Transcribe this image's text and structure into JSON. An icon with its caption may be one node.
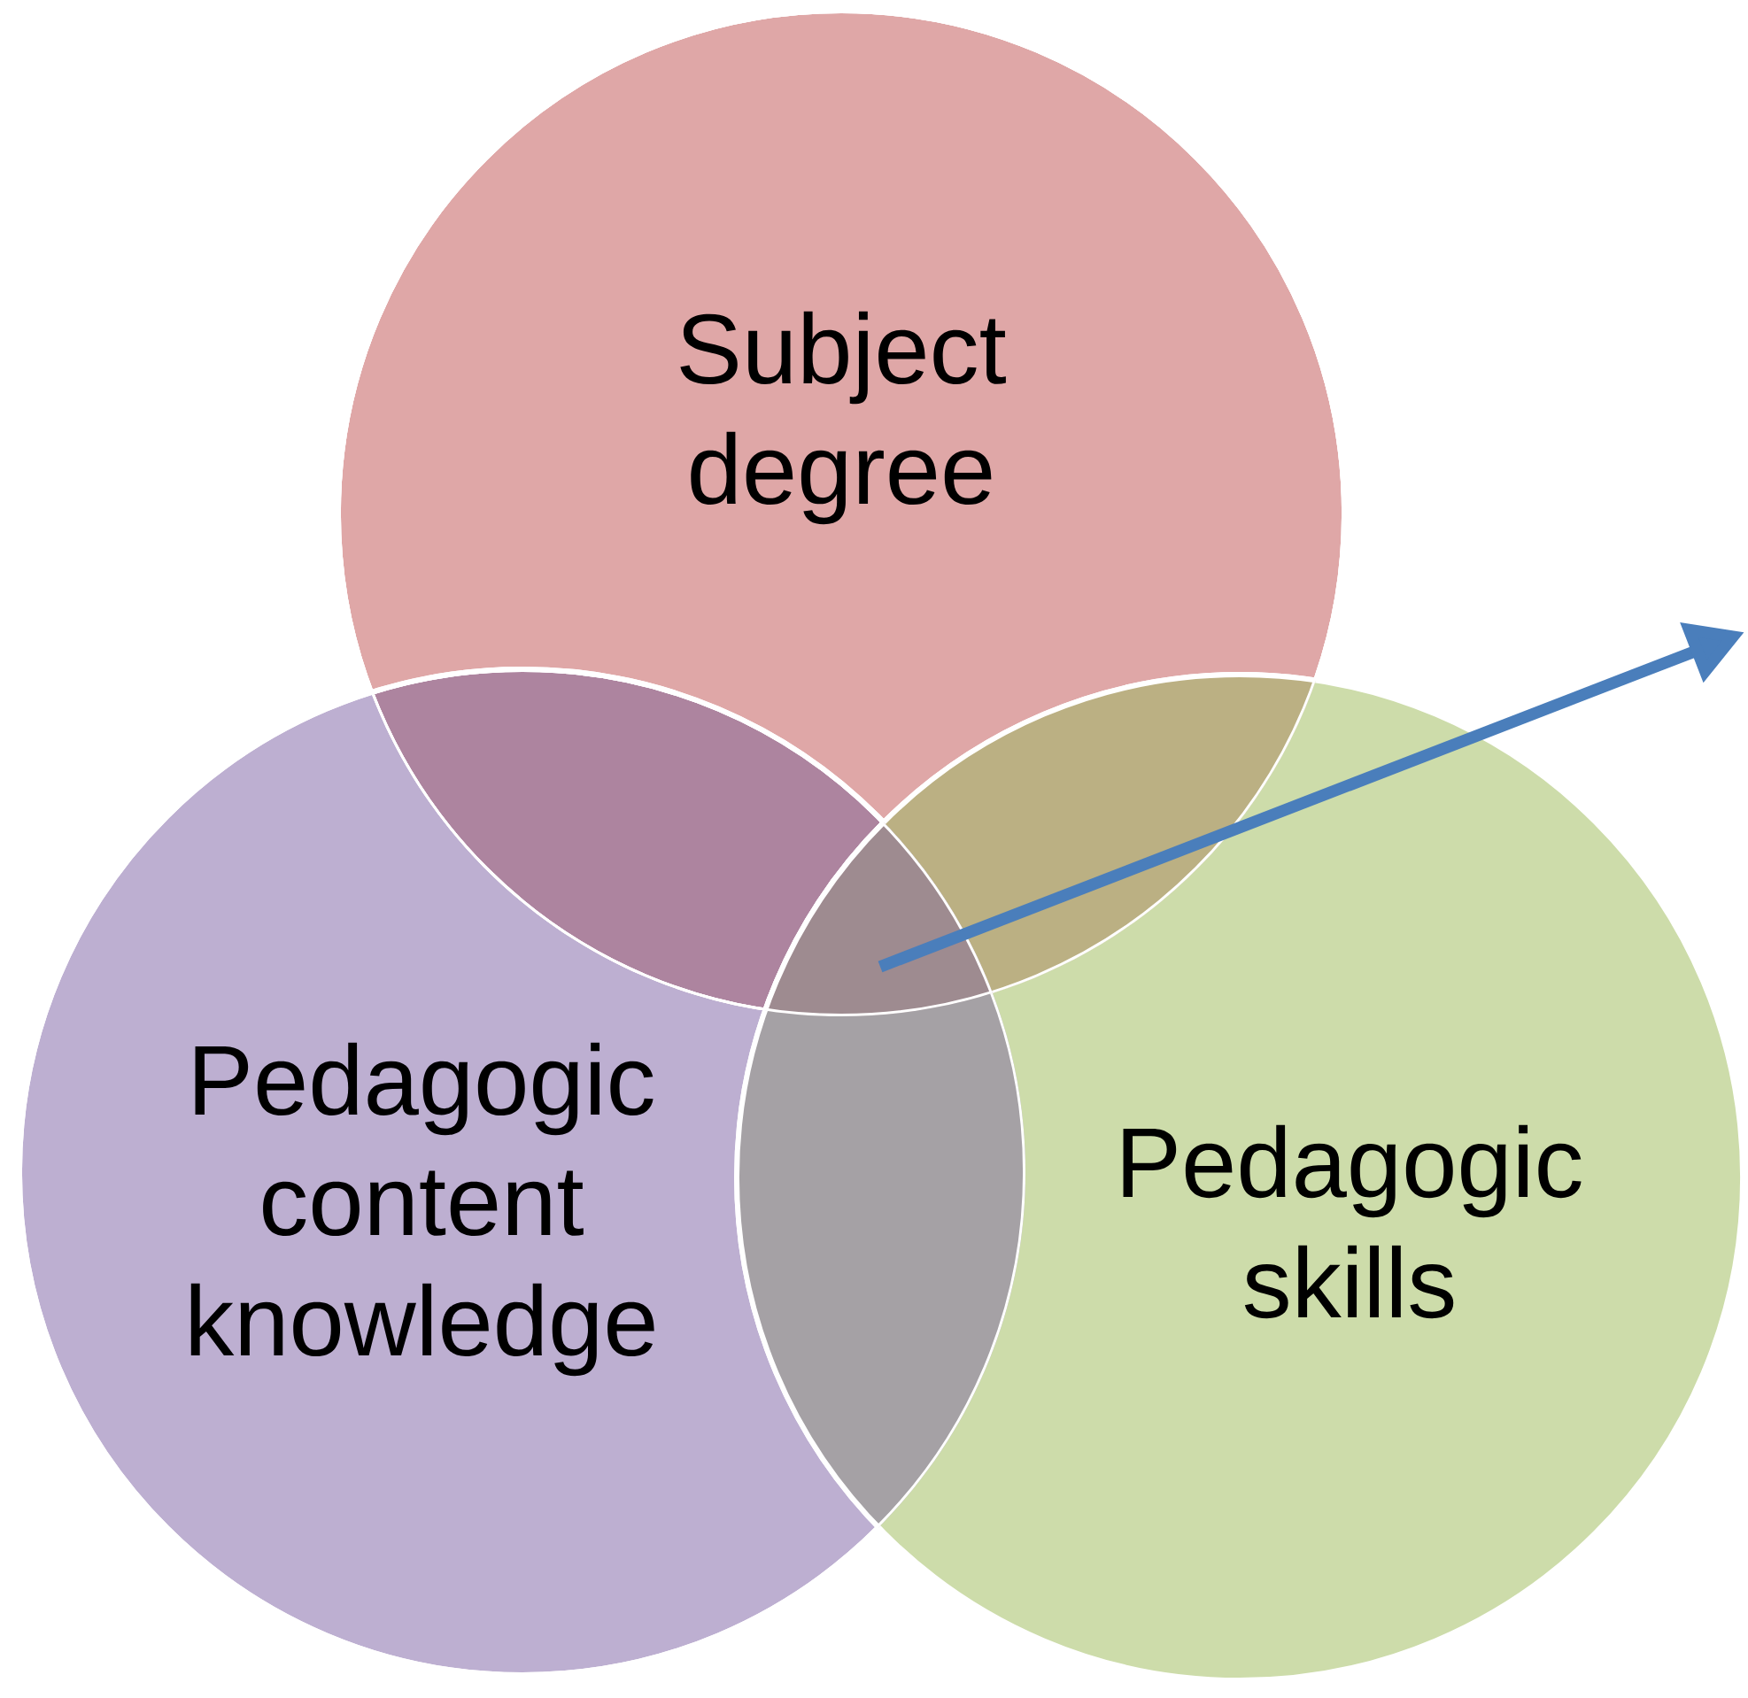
{
  "diagram": {
    "nodes": [
      {
        "text": [
          "Subject degree"
        ]
      },
      {
        "text": [
          "Pedagogic content knowledge"
        ]
      },
      {
        "text": [
          "Pedagogic skills"
        ]
      }
    ],
    "edges": []
  }
}
